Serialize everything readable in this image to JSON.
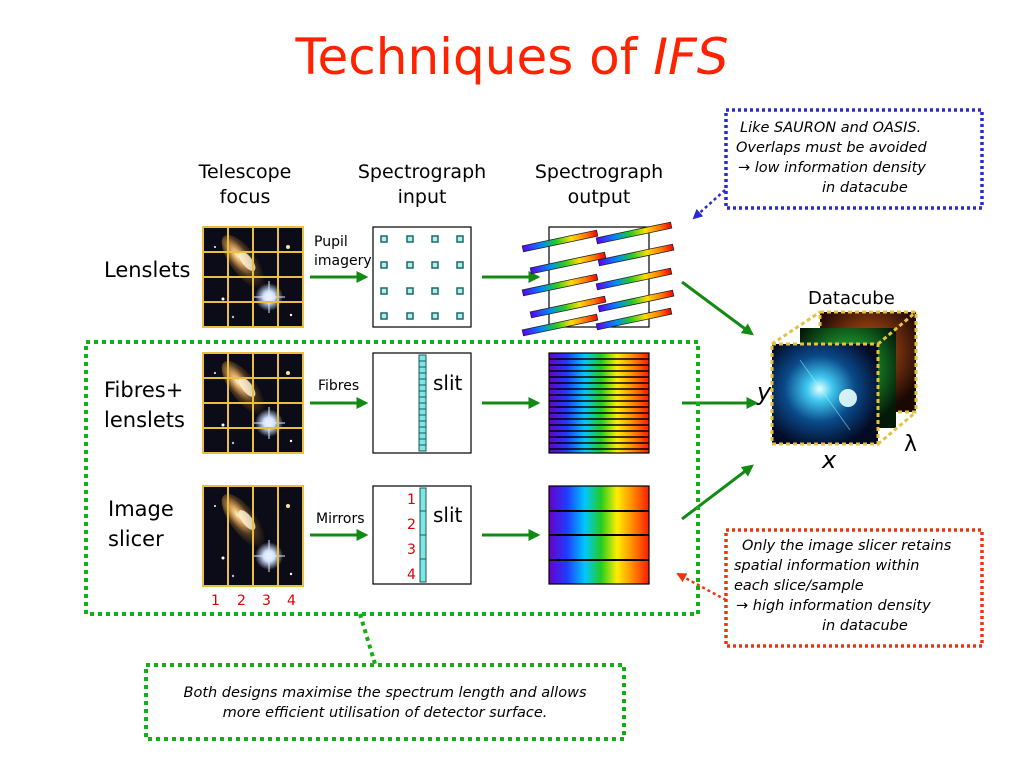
{
  "title": {
    "main": "Techniques of ",
    "emph": "IFS"
  },
  "columns": {
    "telescope": [
      "Telescope",
      "focus"
    ],
    "spec_input": [
      "Spectrograph",
      "input"
    ],
    "spec_output": [
      "Spectrograph",
      "output"
    ]
  },
  "rows": {
    "lenslets": "Lenslets",
    "fibres": [
      "Fibres+",
      "lenslets"
    ],
    "slicer": [
      "Image",
      "slicer"
    ]
  },
  "input_labels": {
    "pupil": [
      "Pupil",
      "imagery"
    ],
    "fibres": "Fibres",
    "mirrors": "Mirrors",
    "slit": "slit"
  },
  "slice_numbers_vertical": [
    "1",
    "2",
    "3",
    "4"
  ],
  "slice_numbers_horizontal": [
    "1",
    "2",
    "3",
    "4"
  ],
  "datacube": {
    "label": "Datacube",
    "y": "y",
    "x": "x",
    "lambda": "λ"
  },
  "notes": {
    "lenslets": [
      "Like SAURON and OASIS.",
      "Overlaps must be avoided",
      "→  low information density",
      "in datacube"
    ],
    "slicer": [
      "Only the image slicer retains",
      "spatial information within",
      "each slice/sample",
      "→  high information density",
      "in datacube"
    ],
    "bottom": [
      "Both designs maximise the spectrum length and allows",
      "more efficient utilisation of detector surface."
    ]
  },
  "colors": {
    "title": "#ff2200",
    "blue_box": "#2a2ad0",
    "red_box": "#ee3311",
    "green_box": "#12b012",
    "arrow": "#138a13",
    "slice_numbers": "#e00000",
    "grid": "#e8c040"
  }
}
